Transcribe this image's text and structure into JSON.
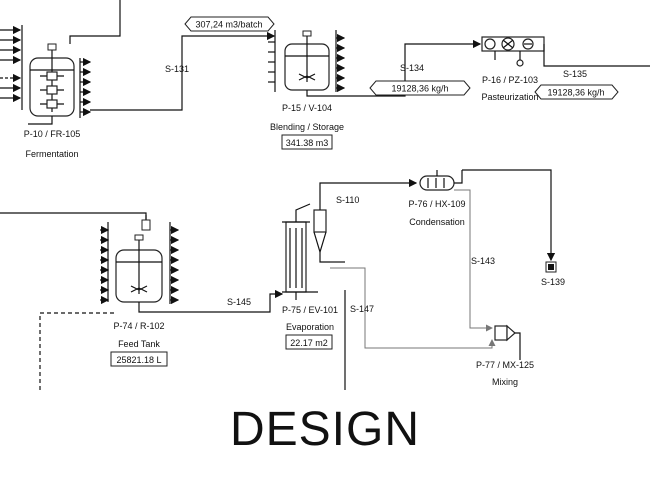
{
  "units": {
    "fermentation": {
      "tag": "P-10 / FR-105",
      "name": "Fermentation"
    },
    "blending": {
      "tag": "P-15 / V-104",
      "name": "Blending / Storage",
      "size": "341.38 m3"
    },
    "pasteurization": {
      "tag": "P-16 / PZ-103",
      "name": "Pasteurization"
    },
    "feed_tank": {
      "tag": "P-74 / R-102",
      "name": "Feed Tank",
      "size": "25821.18 L"
    },
    "evaporation": {
      "tag": "P-75 / EV-101",
      "name": "Evaporation",
      "size": "22.17 m2"
    },
    "condensation": {
      "tag": "P-76 / HX-109",
      "name": "Condensation"
    },
    "mixing": {
      "tag": "P-77 / MX-125",
      "name": "Mixing"
    }
  },
  "streams": {
    "s131": "S-131",
    "s134": "S-134",
    "s135": "S-135",
    "s110": "S-110",
    "s143": "S-143",
    "s139": "S-139",
    "s145": "S-145",
    "s147": "S-147"
  },
  "flow_tags": {
    "batch": "307,24 m3/batch",
    "flow1": "19128,36 kg/h",
    "flow2": "19128,36 kg/h"
  },
  "caption": "DESIGN"
}
